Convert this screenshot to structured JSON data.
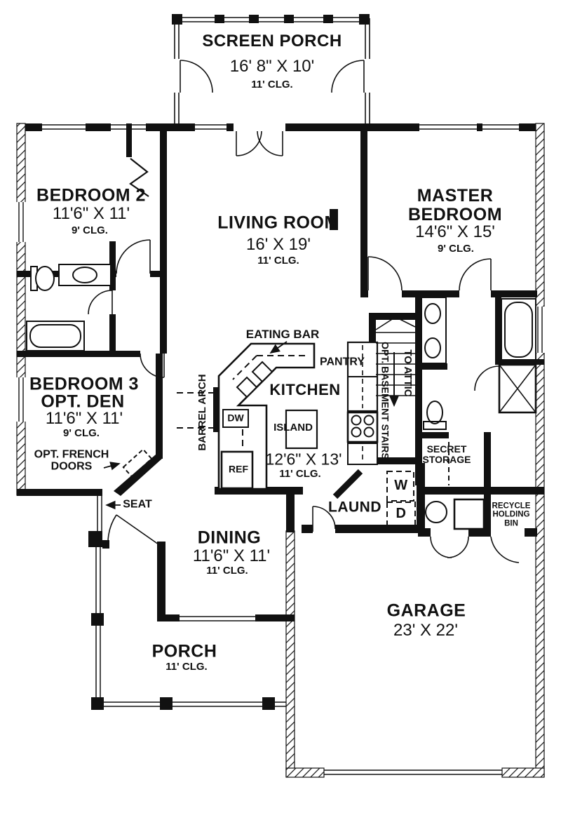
{
  "title": "House Floor Plan",
  "colors": {
    "ink": "#111111",
    "paper": "#ffffff"
  },
  "rooms": {
    "screen_porch": {
      "name": "SCREEN PORCH",
      "dims": "16' 8\" X 10'",
      "ceiling": "11' CLG."
    },
    "bedroom2": {
      "name": "BEDROOM 2",
      "dims": "11'6\" X 11'",
      "ceiling": "9' CLG."
    },
    "living": {
      "name": "LIVING ROOM",
      "dims": "16' X 19'",
      "ceiling": "11' CLG."
    },
    "master": {
      "name": "MASTER BEDROOM",
      "dims": "14'6\" X 15'",
      "ceiling": "9' CLG."
    },
    "kitchen": {
      "name": "KITCHEN",
      "dims": "12'6\" X 13'",
      "ceiling": "11' CLG."
    },
    "bedroom3": {
      "name": "BEDROOM 3",
      "alt": "OPT. DEN",
      "dims": "11'6\" X 11'",
      "ceiling": "9' CLG."
    },
    "dining": {
      "name": "DINING",
      "dims": "11'6\" X 11'",
      "ceiling": "11' CLG."
    },
    "laundry": {
      "name": "LAUND"
    },
    "garage": {
      "name": "GARAGE",
      "dims": "23' X 22'"
    },
    "porch": {
      "name": "PORCH",
      "ceiling": "11' CLG."
    }
  },
  "labels": {
    "eating_bar": "EATING BAR",
    "pantry": "PANTRY",
    "barrel_arch": "BARREL ARCH",
    "dw": "DW",
    "island": "ISLAND",
    "ref": "REF",
    "to_attic": "TO ATTIC",
    "basement_stairs": "OPT. BASEMENT STAIRS",
    "secret_storage": "SECRET STORAGE",
    "opt_french_doors": "OPT. FRENCH DOORS",
    "seat": "SEAT",
    "washer": "W",
    "dryer": "D",
    "recycle_bin": "RECYCLE HOLDING BIN"
  }
}
